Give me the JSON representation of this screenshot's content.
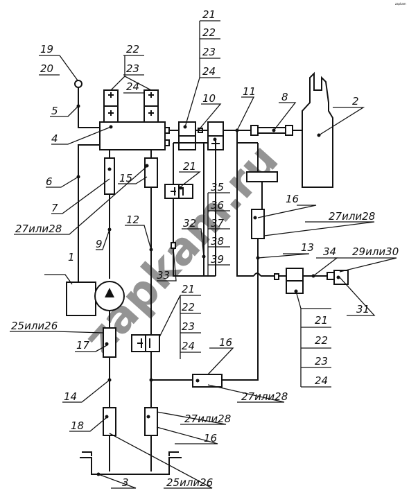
{
  "watermark": "zapkam.ru",
  "corner_mark": "zapkam",
  "labels": {
    "n1": "1",
    "n2": "2",
    "n3": "3",
    "n4": "4",
    "n5": "5",
    "n6": "6",
    "n7": "7",
    "n8": "8",
    "n9": "9",
    "n10": "10",
    "n11": "11",
    "n12": "12",
    "n13": "13",
    "n14": "14",
    "n15": "15",
    "n16": "16",
    "n17": "17",
    "n18": "18",
    "n19": "19",
    "n20": "20",
    "n21": "21",
    "n22": "22",
    "n23": "23",
    "n24": "24",
    "n31": "31",
    "n32": "32",
    "n33": "33",
    "n34": "34",
    "n35": "35",
    "n36": "36",
    "n37": "37",
    "n38": "38",
    "n39": "39",
    "n25or26": "25или26",
    "n27or28": "27или28",
    "n29or30": "29или30"
  }
}
